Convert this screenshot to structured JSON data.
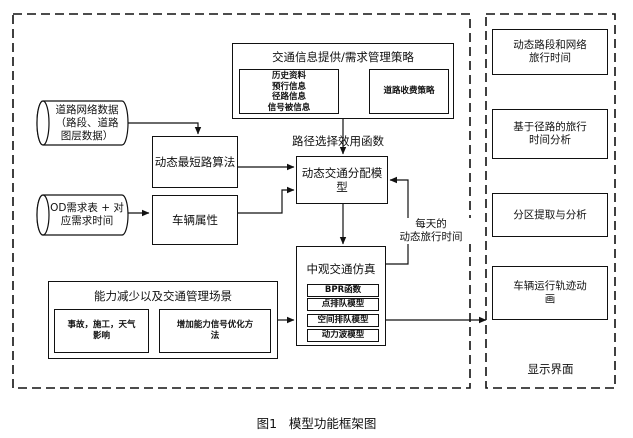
{
  "strategy": {
    "title": "交通信息提供/需求管理策略",
    "info_items": [
      "历史资料",
      "预行信息",
      "径路信息",
      "信号被信息"
    ],
    "toll": "道路收费策略"
  },
  "road_data": {
    "line1": "道路网络数据",
    "line2": "（路段、道路",
    "line3": "图层数据）"
  },
  "od": {
    "line1": "OD需求表 + 对",
    "line2": "应需求时间"
  },
  "shortest_path": "动态最短路算法",
  "vehicle_attr": "车辆属性",
  "route_choice": "路径选择效用函数",
  "assignment": {
    "line1": "动态交通分配模",
    "line2": "型"
  },
  "daily_time": {
    "line1": "每天的",
    "line2": "动态旅行时间"
  },
  "sim": {
    "title": "中观交通仿真",
    "items": [
      "BPR函数",
      "点排队模型",
      "空间排队模型",
      "动力波模型"
    ]
  },
  "capacity": {
    "title": "能力减少以及交通管理场景",
    "left": {
      "line1": "事故，施工，天气",
      "line2": "影响"
    },
    "right": {
      "line1": "增加能力信号优化方",
      "line2": "法"
    }
  },
  "display": {
    "item1": {
      "line1": "动态路段和网络",
      "line2": "旅行时间"
    },
    "item2": {
      "line1": "基于径路的旅行",
      "line2": "时间分析"
    },
    "item3": "分区提取与分析",
    "item4": {
      "line1": "车辆运行轨迹动",
      "line2": "画"
    },
    "label": "显示界面"
  },
  "caption": "图1   模型功能框架图"
}
